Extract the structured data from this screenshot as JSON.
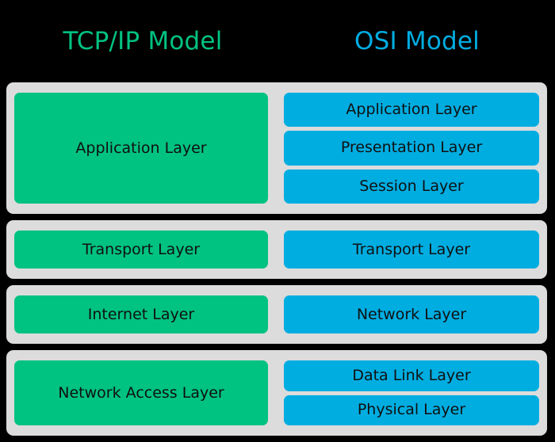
{
  "colors": {
    "background": "#000000",
    "band": "#dcdcdc",
    "tcpip_accent": "#00c281",
    "osi_accent": "#00ade1",
    "label_text": "#101010"
  },
  "headers": {
    "left_title": "TCP/IP Model",
    "right_title": "OSI Model"
  },
  "rows": [
    {
      "tcpip": [
        "Application Layer"
      ],
      "osi": [
        "Application Layer",
        "Presentation Layer",
        "Session Layer"
      ]
    },
    {
      "tcpip": [
        "Transport Layer"
      ],
      "osi": [
        "Transport Layer"
      ]
    },
    {
      "tcpip": [
        "Internet Layer"
      ],
      "osi": [
        "Network Layer"
      ]
    },
    {
      "tcpip": [
        "Network Access Layer"
      ],
      "osi": [
        "Data Link Layer",
        "Physical Layer"
      ]
    }
  ]
}
